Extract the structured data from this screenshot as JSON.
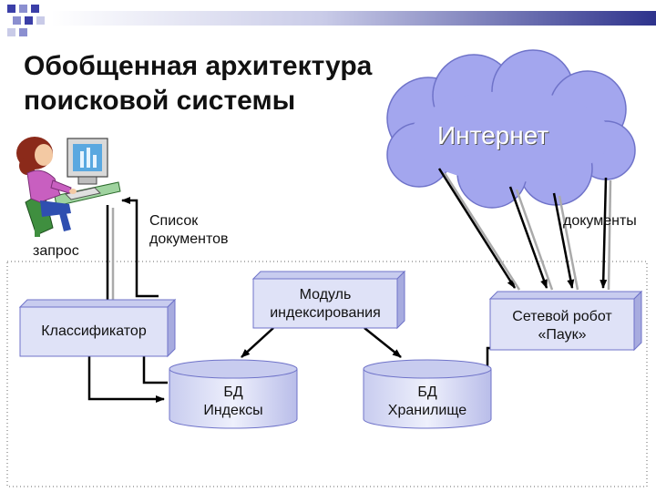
{
  "title_line1": "Обобщенная архитектура",
  "title_line2": "поисковой системы",
  "cloud": "Интернет",
  "labels": {
    "query": "запрос",
    "doc_list_line1": "Список",
    "doc_list_line2": "документов",
    "documents": "документы"
  },
  "boxes": {
    "classifier": "Классификатор",
    "indexer_line1": "Модуль",
    "indexer_line2": "индексирования",
    "robot_line1": "Сетевой робот",
    "robot_line2": "«Паук»"
  },
  "databases": {
    "index_line1": "БД",
    "index_line2": "Индексы",
    "storage_line1": "БД",
    "storage_line2": "Хранилище"
  },
  "colors": {
    "box_fill": "#dfe2f7",
    "box_side": "#a7abdf",
    "box_top": "#c8ccef",
    "cloud_fill": "#a3a6ee",
    "accent_squares": "#3b3fa8",
    "header_bar_dark": "#2e338c"
  },
  "icons": [
    "person-at-computer-icon",
    "internet-cloud-icon",
    "database-icon"
  ]
}
